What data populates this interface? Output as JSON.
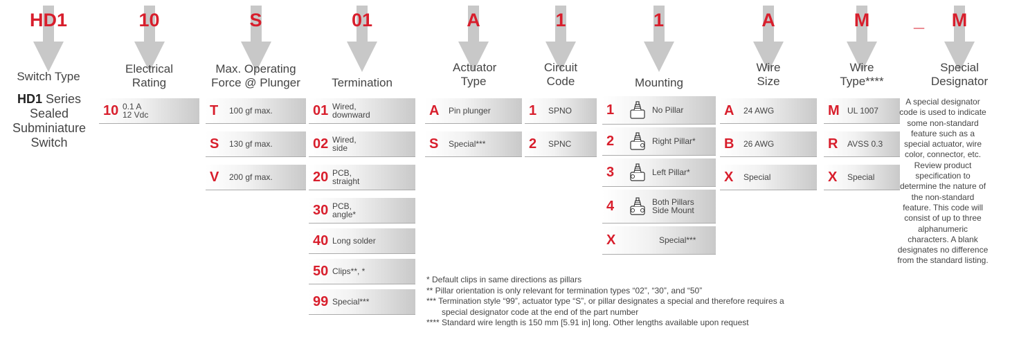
{
  "columns": [
    {
      "code": "HD1",
      "heading": "Switch Type"
    },
    {
      "code": "10",
      "heading": "Electrical Rating"
    },
    {
      "code": "S",
      "heading": "Max. Operating Force @ Plunger"
    },
    {
      "code": "01",
      "heading": "Termination"
    },
    {
      "code": "A",
      "heading": "Actuator Type"
    },
    {
      "code": "1",
      "heading": "Circuit Code"
    },
    {
      "code": "1",
      "heading": "Mounting"
    },
    {
      "code": "A",
      "heading": "Wire Size"
    },
    {
      "code": "M",
      "heading": "Wire Type****"
    },
    {
      "code": "M",
      "heading": "Special Designator"
    }
  ],
  "separator": "_",
  "switch_type": {
    "bold": "HD1",
    "text": " Series Sealed Subminiature Switch"
  },
  "electrical_rating": [
    {
      "key": "10",
      "line1": "0.1 A",
      "line2": "12 Vdc"
    }
  ],
  "operating_force": [
    {
      "key": "T",
      "desc": "100 gf max."
    },
    {
      "key": "S",
      "desc": "130 gf max."
    },
    {
      "key": "V",
      "desc": "200 gf max."
    }
  ],
  "termination": [
    {
      "key": "01",
      "line1": "Wired,",
      "line2": "downward"
    },
    {
      "key": "02",
      "line1": "Wired,",
      "line2": "side"
    },
    {
      "key": "20",
      "line1": "PCB,",
      "line2": "straight"
    },
    {
      "key": "30",
      "line1": "PCB,",
      "line2": "angle*"
    },
    {
      "key": "40",
      "line1": "Long solder",
      "line2": ""
    },
    {
      "key": "50",
      "line1": "Clips**, *",
      "line2": ""
    },
    {
      "key": "99",
      "line1": "Special***",
      "line2": ""
    }
  ],
  "actuator": [
    {
      "key": "A",
      "desc": "Pin plunger"
    },
    {
      "key": "S",
      "desc": "Special***"
    }
  ],
  "circuit": [
    {
      "key": "1",
      "desc": "SPNO"
    },
    {
      "key": "2",
      "desc": "SPNC"
    }
  ],
  "mounting": [
    {
      "key": "1",
      "icon": "switch-no-pillar-icon",
      "line1": "No Pillar",
      "line2": ""
    },
    {
      "key": "2",
      "icon": "switch-right-pillar-icon",
      "line1": "Right Pillar*",
      "line2": ""
    },
    {
      "key": "3",
      "icon": "switch-left-pillar-icon",
      "line1": "Left Pillar*",
      "line2": ""
    },
    {
      "key": "4",
      "icon": "switch-both-pillars-icon",
      "line1": "Both Pillars",
      "line2": "Side Mount"
    },
    {
      "key": "X",
      "icon": "",
      "line1": "Special***",
      "line2": ""
    }
  ],
  "wire_size": [
    {
      "key": "A",
      "desc": "24 AWG"
    },
    {
      "key": "B",
      "desc": "26 AWG"
    },
    {
      "key": "X",
      "desc": "Special"
    }
  ],
  "wire_type": [
    {
      "key": "M",
      "desc": "UL 1007"
    },
    {
      "key": "R",
      "desc": "AVSS 0.3"
    },
    {
      "key": "X",
      "desc": "Special"
    }
  ],
  "special_designator_text": "A special designator code is used to indicate some non-standard feature such as a special actuator, wire color, connector, etc. Review product specification to determine the nature of the non-standard feature. This code will consist of up to three alphanumeric characters. A blank designates no difference from the standard listing.",
  "footnotes": [
    "* Default clips in same directions as pillars",
    "** Pillar orientation is only relevant for termination types “02”, “30”, and “50”",
    "*** Termination style “99”, actuator type “S”, or pillar designates a special and therefore requires a",
    "special designator code at the end of the part number",
    "**** Standard wire length is 150 mm [5.91 in] long. Other lengths available upon request"
  ],
  "colors": {
    "accent": "#d81e2c",
    "arrow": "#c8c8c8"
  }
}
